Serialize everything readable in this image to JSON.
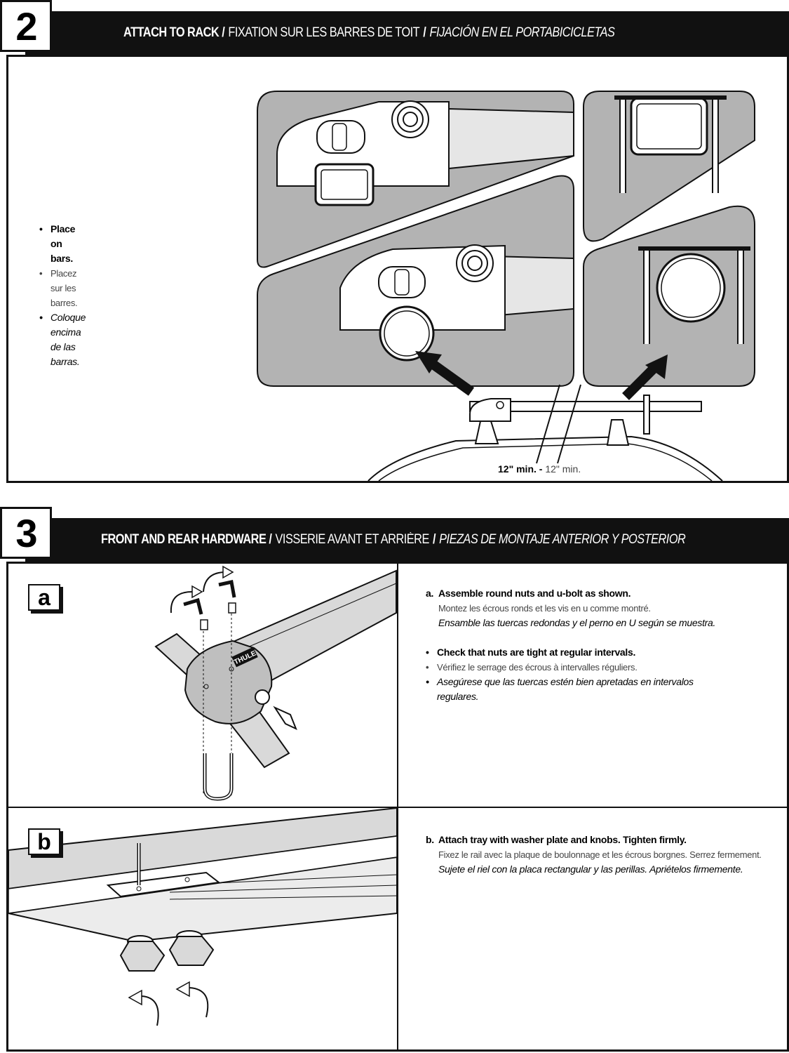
{
  "step2": {
    "number": "2",
    "title_en": "ATTACH TO RACK /",
    "title_fr": "FIXATION SUR LES BARRES DE TOIT",
    "sep": "/",
    "title_es": "FIJACIÓN EN EL PORTABICICLETAS",
    "bullets": [
      {
        "text": "Place on bars.",
        "lang": "en"
      },
      {
        "text": "Placez sur les barres.",
        "lang": "fr"
      },
      {
        "text": "Coloque encima de las barras.",
        "lang": "es"
      }
    ],
    "measure_bold": "12\" min. -",
    "measure_reg": "12\" min."
  },
  "step3": {
    "number": "3",
    "title_en": "FRONT AND REAR HARDWARE /",
    "title_fr": "VISSERIE AVANT ET ARRIÈRE",
    "sep": "/",
    "title_es": "PIEZAS DE MONTAJE ANTERIOR Y POSTERIOR",
    "a": {
      "label": "a",
      "lead": "a.",
      "line_en": "Assemble round nuts and u-bolt as shown.",
      "line_fr": "Montez les écrous ronds et les vis en u comme montré.",
      "line_es": "Ensamble las tuercas redondas y el perno en U según se muestra.",
      "bullet_en": "Check that nuts are tight at regular intervals.",
      "bullet_fr": "Vérifiez le serrage des écrous à intervalles réguliers.",
      "bullet_es": "Asegúrese que las tuercas estén bien apretadas en intervalos regulares.",
      "logo": "THULE"
    },
    "b": {
      "label": "b",
      "lead": "b.",
      "line_en": "Attach tray with washer plate and knobs. Tighten firmly.",
      "line_fr": "Fixez le rail avec la plaque de boulonnage et les écrous borgnes. Serrez fermement.",
      "line_es": "Sujete el riel con la placa rectangular y las perillas.  Apriételos firmemente."
    }
  },
  "colors": {
    "ink": "#111111",
    "panel_gray": "#b3b3b3",
    "light_gray": "#d9d9d9",
    "white": "#ffffff"
  },
  "icons": [
    "arrow-icon",
    "rotate-arrow-icon",
    "allen-key-icon",
    "u-bolt-icon",
    "knob-icon",
    "washer-plate-icon"
  ]
}
